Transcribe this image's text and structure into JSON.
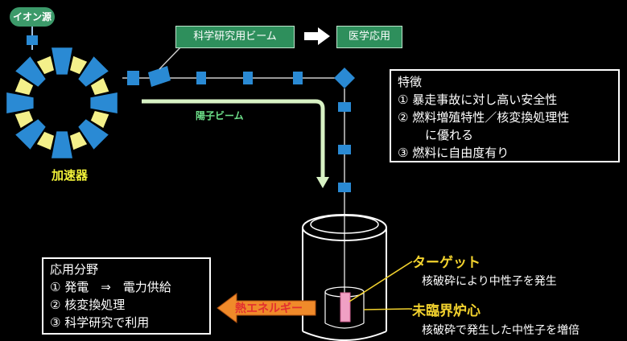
{
  "ion_source": "イオン源",
  "accelerator": "加速器",
  "science_beam": "科学研究用ビーム",
  "medical_use": "医学応用",
  "proton_beam": "陽子ビーム",
  "features": {
    "title": "特徴",
    "item1": "① 暴走事故に対し高い安全性",
    "item2_line1": "② 燃料増殖特性／核変換処理性",
    "item2_line2": "に優れる",
    "item3": "③ 燃料に自由度有り"
  },
  "applications": {
    "title": "応用分野",
    "item1": "① 発電　⇒　電力供給",
    "item2": "② 核変換処理",
    "item3": "③ 科学研究で利用"
  },
  "target": {
    "title": "ターゲット",
    "desc": "核破砕により中性子を発生"
  },
  "subcritical_core": {
    "title": "未臨界炉心",
    "desc": "核破砕で発生した中性子を増倍"
  },
  "heat_energy": "熱エネルギー",
  "colors": {
    "magnet_blue": "#2a8ad4",
    "magnet_yellow": "#f4f08a",
    "beam_box_green": "#2e8f5c",
    "proton_arrow_green": "#d8f2c4",
    "heat_arrow_orange": "#f08a2a",
    "highlight_yellow": "#f2d22e"
  }
}
